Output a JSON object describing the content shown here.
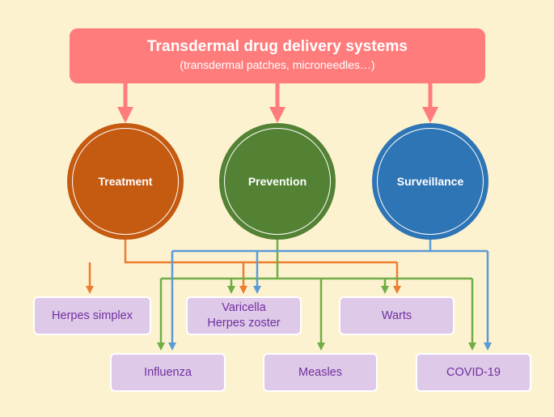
{
  "banner": {
    "title": "Transdermal drug delivery systems",
    "subtitle": "(transdermal patches, microneedles…)"
  },
  "categories": [
    {
      "label": "Treatment",
      "color": "#c55a11"
    },
    {
      "label": "Prevention",
      "color": "#548235"
    },
    {
      "label": "Surveillance",
      "color": "#2e75b6"
    }
  ],
  "diseases": {
    "herpes_simplex": "Herpes simplex",
    "varicella_line1": "Varicella",
    "varicella_line2": "Herpes zoster",
    "warts": "Warts",
    "influenza": "Influenza",
    "measles": "Measles",
    "covid": "COVID-19"
  },
  "colors": {
    "background": "#fdf2d0",
    "banner": "#ff7c7c",
    "disease_box": "#dfc9e8",
    "disease_text": "#7030a0"
  }
}
